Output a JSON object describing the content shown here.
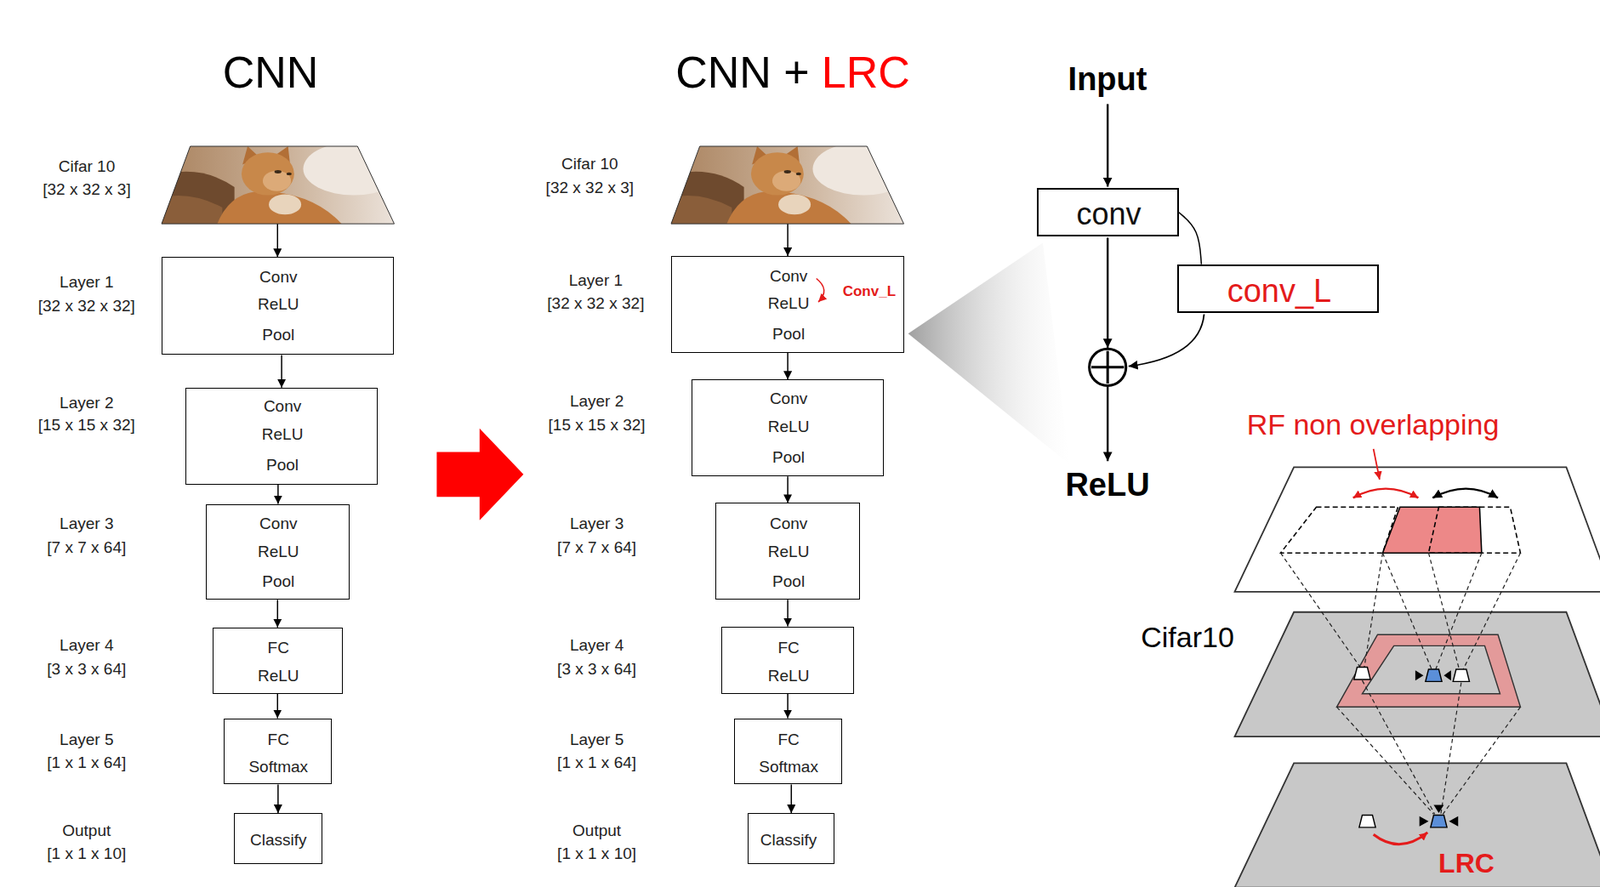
{
  "diagram": {
    "nodes": [
      {
        "text": [
          "Cifar 10",
          "[32 x 32 x 3]"
        ]
      },
      {
        "text": [
          "Layer 1",
          "[32 x 32 x 32]",
          "Conv",
          "ReLU",
          "Pool"
        ]
      },
      {
        "text": [
          "Layer 2",
          "[15 x 15 x 32]",
          "Conv",
          "ReLU",
          "Pool"
        ]
      },
      {
        "text": [
          "Layer 3",
          "[7 x 7 x 64]",
          "Conv",
          "ReLU",
          "Pool"
        ]
      },
      {
        "text": [
          "Layer 4",
          "[3 x 3 x 64]",
          "FC",
          "ReLU"
        ]
      },
      {
        "text": [
          "Layer 5",
          "[1 x 1 x 64]",
          "FC",
          "Softmax"
        ]
      },
      {
        "text": [
          "Output",
          "[1 x 1 x 10]",
          "Classify"
        ]
      },
      {
        "text": [
          "Cifar 10",
          "[32 x 32 x 3]"
        ]
      },
      {
        "text": [
          "Layer 1",
          "[32 x 32 x 32]",
          "Conv",
          "Conv_L",
          "ReLU",
          "Pool"
        ]
      },
      {
        "text": [
          "Layer 2",
          "[15 x 15 x 32]",
          "Conv",
          "ReLU",
          "Pool"
        ]
      },
      {
        "text": [
          "Layer 3",
          "[7 x 7 x 64]",
          "Conv",
          "ReLU",
          "Pool"
        ]
      },
      {
        "text": [
          "Layer 4",
          "[3 x 3 x 64]",
          "FC",
          "ReLU"
        ]
      },
      {
        "text": [
          "Layer 5",
          "[1 x 1 x 64]",
          "FC",
          "Softmax"
        ]
      },
      {
        "text": [
          "Output",
          "[1 x 1 x 10]",
          "Classify"
        ]
      },
      {
        "text": [
          "conv"
        ]
      },
      {
        "text": [
          "conv_L"
        ]
      }
    ],
    "edges": [
      {
        "from": 0,
        "to": 1,
        "arrow": "to"
      },
      {
        "from": 1,
        "to": 2,
        "arrow": "to"
      },
      {
        "from": 2,
        "to": 3,
        "arrow": "to"
      },
      {
        "from": 3,
        "to": 4,
        "arrow": "to"
      },
      {
        "from": 4,
        "to": 5,
        "arrow": "to"
      },
      {
        "from": 5,
        "to": 6,
        "arrow": "to"
      },
      {
        "from": 7,
        "to": 8,
        "arrow": "to"
      },
      {
        "from": 8,
        "to": 9,
        "arrow": "to"
      },
      {
        "from": 9,
        "to": 10,
        "arrow": "to"
      },
      {
        "from": 10,
        "to": 11,
        "arrow": "to"
      },
      {
        "from": 11,
        "to": 12,
        "arrow": "to"
      },
      {
        "from": 12,
        "to": 13,
        "arrow": "to"
      },
      {
        "from": 14,
        "to": 15,
        "arrow": "none"
      }
    ],
    "labels": [
      "CNN",
      "CNN +",
      "LRC",
      "Input",
      "ReLU",
      "RF non overlapping",
      "Cifar10",
      "LRC"
    ]
  }
}
